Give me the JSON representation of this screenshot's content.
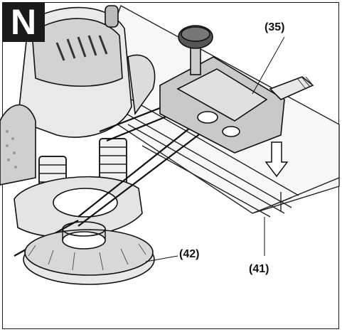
{
  "figure": {
    "letter": "N",
    "callouts": [
      "(35)",
      "(42)",
      "(41)"
    ]
  }
}
